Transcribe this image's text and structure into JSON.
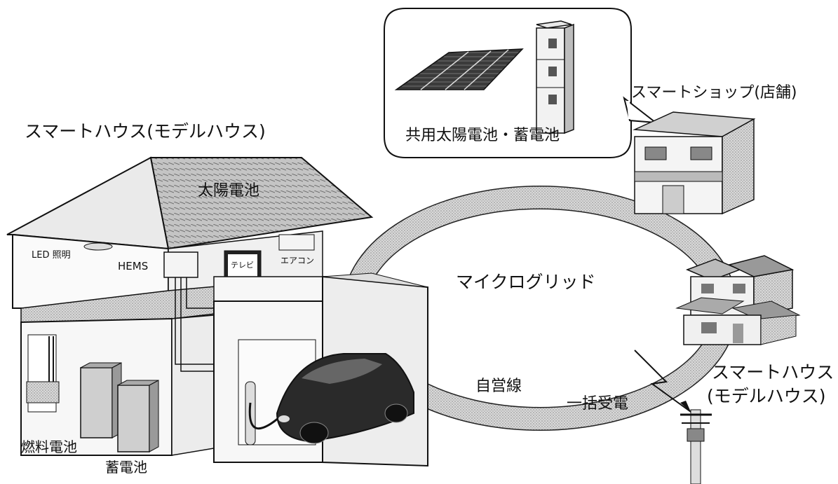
{
  "labels": {
    "house_title": "スマートハウス(モデルハウス)",
    "solar_panel": "太陽電池",
    "led_lighting": "LED 照明",
    "hems": "HEMS",
    "tv": "テレビ",
    "aircon": "エアコン",
    "fuel_cell": "燃料電池",
    "storage_battery": "蓄電池",
    "shared_solar_battery": "共用太陽電池・蓄電池",
    "shop_title": "スマートショップ(店舗)",
    "microgrid": "マイクログリッド",
    "private_line": "自営線",
    "bulk_power": "一括受電",
    "model_house_line1": "スマートハウス",
    "model_house_line2": "(モデルハウス)"
  },
  "colors": {
    "ink": "#111111",
    "ring_fill": "#cfcfcf",
    "roof_fill": "#bdbdbd",
    "wall_fill": "#f4f4f4",
    "car_fill": "#2a2a2a"
  }
}
